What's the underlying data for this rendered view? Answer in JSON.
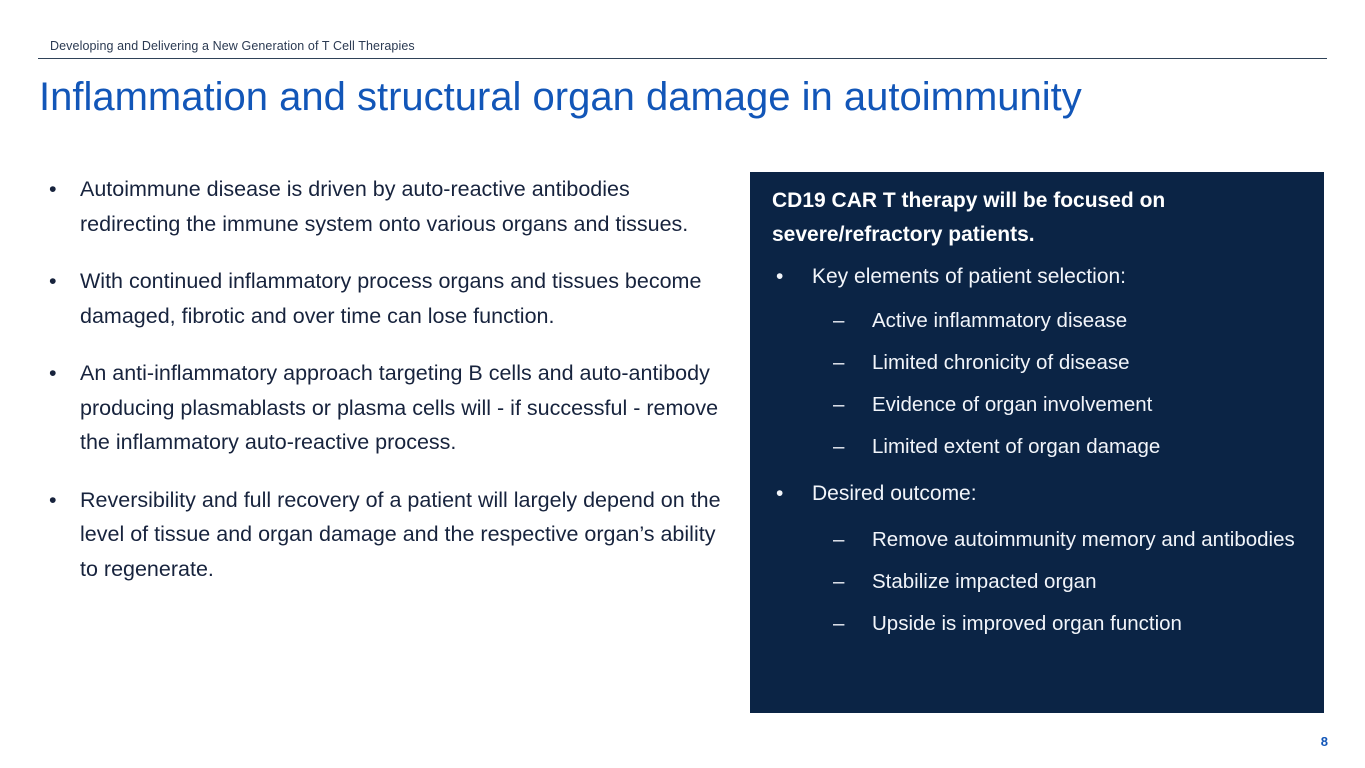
{
  "header": {
    "kicker": "Developing and Delivering a New Generation of T Cell Therapies"
  },
  "title": "Inflammation and structural organ damage in autoimmunity",
  "colors": {
    "title_blue": "#1256b8",
    "body_navy": "#17233d",
    "panel_bg": "#0b2445",
    "panel_text": "#f2f5fa",
    "rule": "#2f4258",
    "background": "#ffffff"
  },
  "left_column": {
    "bullet_marker": "•",
    "bullets": [
      "Autoimmune disease is driven by auto-reactive antibodies redirecting the immune system onto various organs and tissues.",
      "With continued inflammatory process organs and tissues become damaged, fibrotic and over time can lose function.",
      "An anti-inflammatory approach targeting B cells and auto-antibody producing plasmablasts or plasma cells will - if successful - remove the inflammatory auto-reactive process.",
      "Reversibility and full recovery of a patient will largely depend on the level of tissue and organ damage and the respective organ’s ability to regenerate."
    ]
  },
  "panel": {
    "heading": "CD19 CAR T therapy will be focused on severe/refractory patients.",
    "bullet_marker": "•",
    "sub_marker": "–",
    "groups": [
      {
        "bullet": "Key elements of patient selection:",
        "items": [
          "Active inflammatory disease",
          "Limited chronicity of disease",
          "Evidence of organ involvement",
          "Limited extent of organ damage"
        ]
      },
      {
        "bullet": "Desired outcome:",
        "items": [
          "Remove autoimmunity memory and antibodies",
          "Stabilize impacted organ",
          "Upside is improved organ function"
        ]
      }
    ]
  },
  "page_number": "8"
}
